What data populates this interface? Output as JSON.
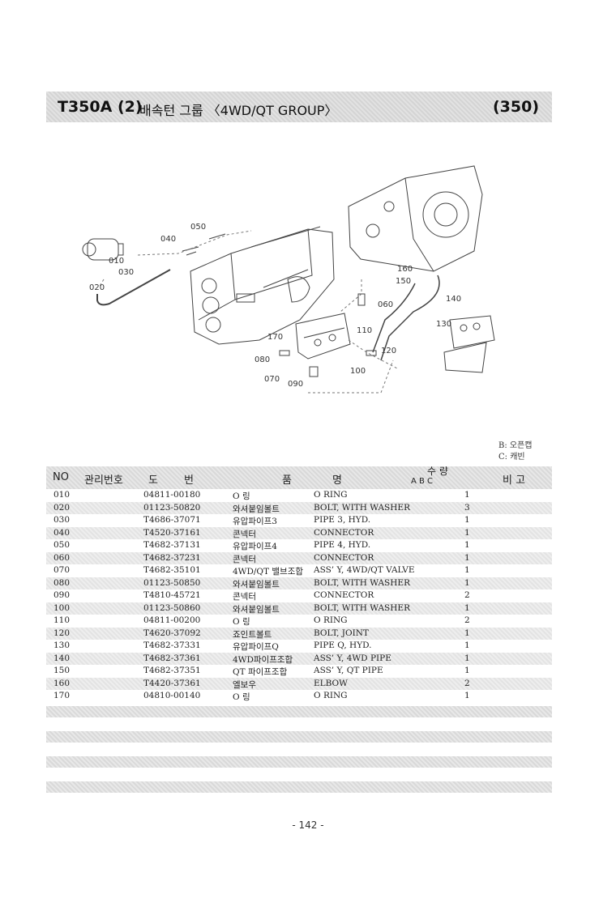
{
  "header": {
    "model": "T350A (2)",
    "title": "배속턴 그룹 〈4WD/QT GROUP〉",
    "page_code": "(350)"
  },
  "diagram": {
    "callouts": [
      "010",
      "020",
      "030",
      "040",
      "050",
      "060",
      "070",
      "080",
      "090",
      "100",
      "110",
      "120",
      "130",
      "140",
      "150",
      "160",
      "170"
    ]
  },
  "legend": {
    "b": "B: 오픈캡",
    "c": "C: 캐빈"
  },
  "table": {
    "headers": {
      "no": "NO",
      "mgmt": "관리번호",
      "do": "도",
      "beon": "번",
      "pum": "품",
      "myeong": "명",
      "suryang": "수 량",
      "abc": "A    B    C",
      "bigo": "비  고"
    },
    "rows": [
      {
        "no": "010",
        "part": "04811-00180",
        "kr": "O 링",
        "en": "O RING",
        "qty": "1"
      },
      {
        "no": "020",
        "part": "01123-50820",
        "kr": "와셔붙임볼트",
        "en": "BOLT, WITH WASHER",
        "qty": "3"
      },
      {
        "no": "030",
        "part": "T4686-37071",
        "kr": "유압파이프3",
        "en": "PIPE 3, HYD.",
        "qty": "1"
      },
      {
        "no": "040",
        "part": "T4520-37161",
        "kr": "콘넥터",
        "en": "CONNECTOR",
        "qty": "1"
      },
      {
        "no": "050",
        "part": "T4682-37131",
        "kr": "유압파이프4",
        "en": "PIPE 4, HYD.",
        "qty": "1"
      },
      {
        "no": "060",
        "part": "T4682-37231",
        "kr": "콘넥터",
        "en": "CONNECTOR",
        "qty": "1"
      },
      {
        "no": "070",
        "part": "T4682-35101",
        "kr": "4WD/QT 밸브조합",
        "en": "ASS’ Y, 4WD/QT VALVE",
        "qty": "1"
      },
      {
        "no": "080",
        "part": "01123-50850",
        "kr": "와셔붙임볼트",
        "en": "BOLT, WITH WASHER",
        "qty": "1"
      },
      {
        "no": "090",
        "part": "T4810-45721",
        "kr": "콘넥터",
        "en": "CONNECTOR",
        "qty": "2"
      },
      {
        "no": "100",
        "part": "01123-50860",
        "kr": "와셔붙임볼트",
        "en": "BOLT, WITH WASHER",
        "qty": "1"
      },
      {
        "no": "110",
        "part": "04811-00200",
        "kr": "O 링",
        "en": "O RING",
        "qty": "2"
      },
      {
        "no": "120",
        "part": "T4620-37092",
        "kr": "죠인트볼트",
        "en": "BOLT, JOINT",
        "qty": "1"
      },
      {
        "no": "130",
        "part": "T4682-37331",
        "kr": "유압파이프Q",
        "en": "PIPE Q, HYD.",
        "qty": "1"
      },
      {
        "no": "140",
        "part": "T4682-37361",
        "kr": "4WD파이프조합",
        "en": "ASS’ Y, 4WD PIPE",
        "qty": "1"
      },
      {
        "no": "150",
        "part": "T4682-37351",
        "kr": "QT 파이프조합",
        "en": "ASS’ Y, QT PIPE",
        "qty": "1"
      },
      {
        "no": "160",
        "part": "T4420-37361",
        "kr": "엘보우",
        "en": "ELBOW",
        "qty": "2"
      },
      {
        "no": "170",
        "part": "04810-00140",
        "kr": "O 링",
        "en": "O RING",
        "qty": "1"
      }
    ]
  },
  "footer": {
    "page_number": "- 142 -"
  }
}
